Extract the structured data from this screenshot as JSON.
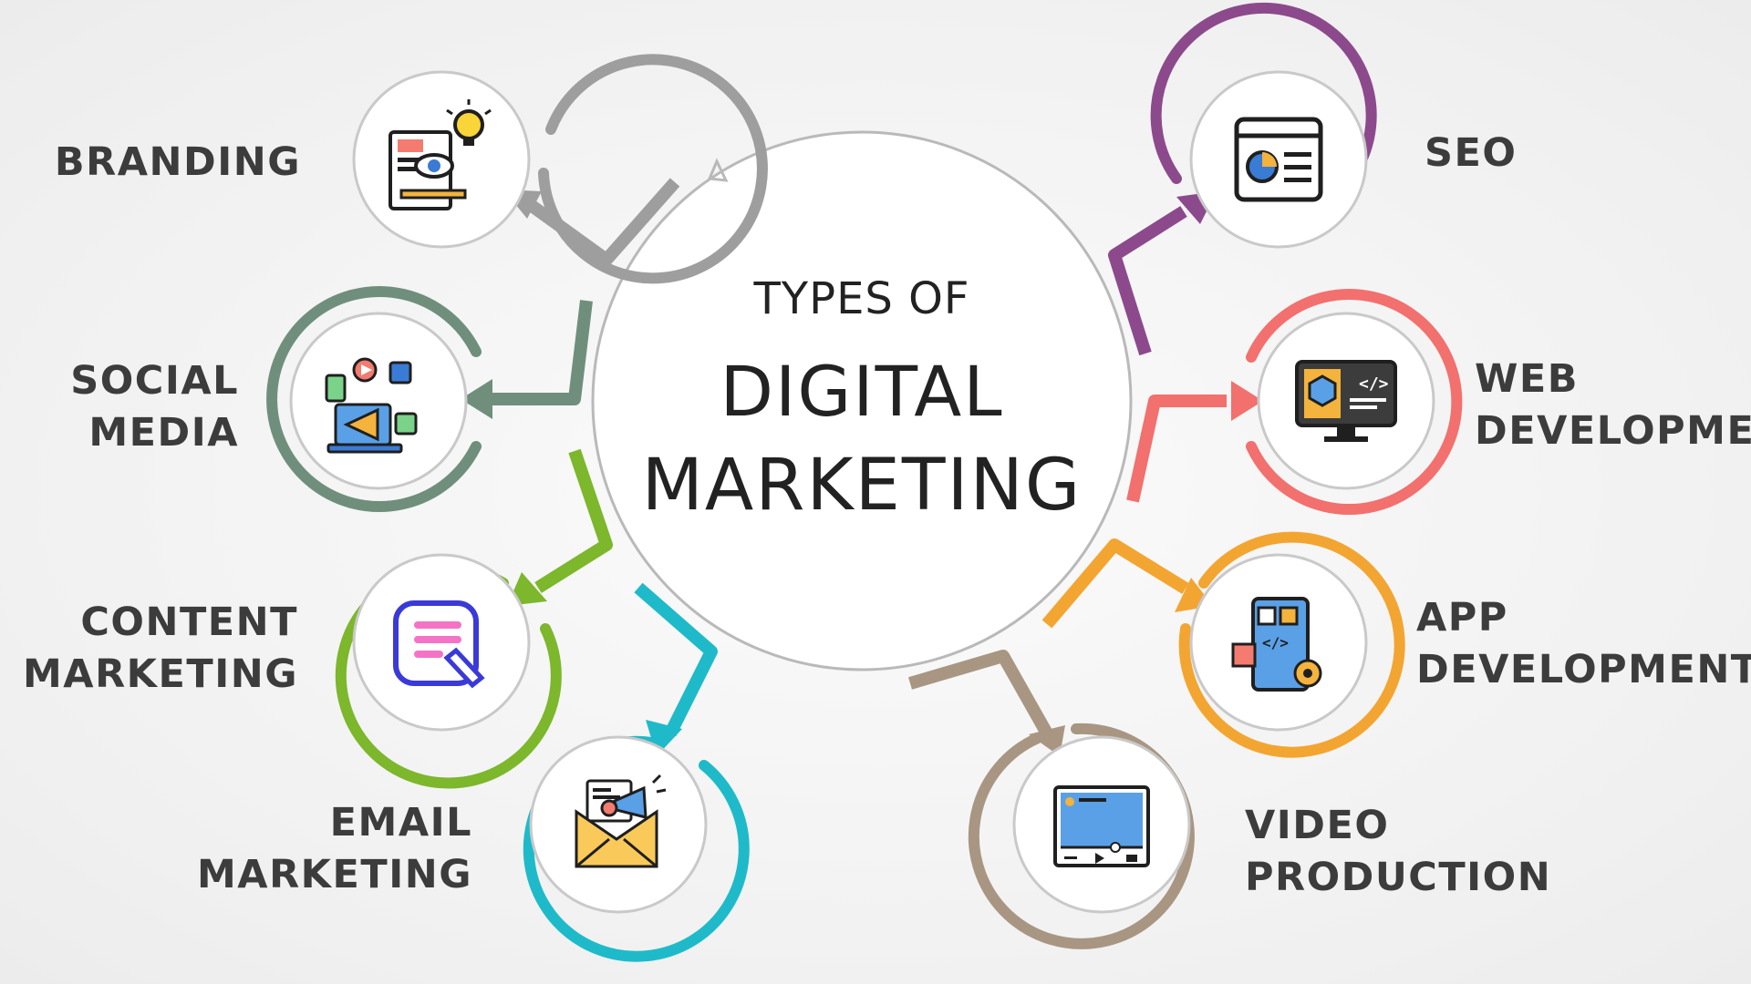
{
  "center": {
    "line1": "TYPES OF",
    "line2": "DIGITAL",
    "line3": "MARKETING"
  },
  "items": [
    {
      "lines": [
        "BRANDING"
      ],
      "color": "#9e9e9e",
      "icon": "branding-icon"
    },
    {
      "lines": [
        "SOCIAL",
        "MEDIA"
      ],
      "color": "#6f8f7c",
      "icon": "social-media-icon"
    },
    {
      "lines": [
        "CONTENT",
        "MARKETING"
      ],
      "color": "#7cb72c",
      "icon": "content-marketing-icon"
    },
    {
      "lines": [
        "EMAIL",
        "MARKETING"
      ],
      "color": "#1fbac9",
      "icon": "email-marketing-icon"
    },
    {
      "lines": [
        "SEO"
      ],
      "color": "#8c4a8c",
      "icon": "seo-icon"
    },
    {
      "lines": [
        "WEB",
        "DEVELOPMENT"
      ],
      "color": "#f2706e",
      "icon": "web-development-icon"
    },
    {
      "lines": [
        "APP",
        "DEVELOPMENT"
      ],
      "color": "#f3a532",
      "icon": "app-development-icon"
    },
    {
      "lines": [
        "VIDEO",
        "PRODUCTION"
      ],
      "color": "#a89683",
      "icon": "video-production-icon"
    }
  ]
}
